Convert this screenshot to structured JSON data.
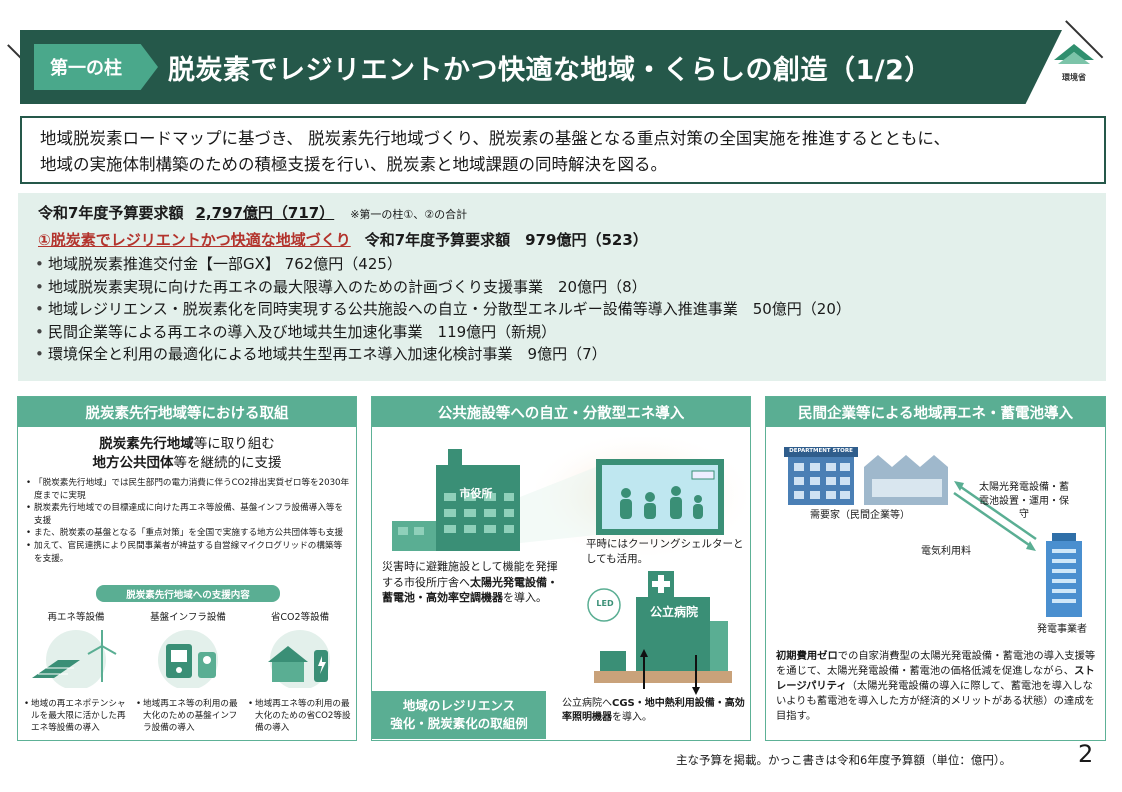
{
  "header": {
    "pillar_tag": "第一の柱",
    "title": "脱炭素でレジリエントかつ快適な地域・くらしの創造（1/2）",
    "logo_text": "環境省"
  },
  "summary": {
    "line1": "地域脱炭素ロードマップに基づき、 脱炭素先行地域づくり、脱炭素の基盤となる重点対策の全国実施を推進するとともに、",
    "line2": "地域の実施体制構築のための積極支援を行い、脱炭素と地域課題の同時解決を図る。"
  },
  "budget": {
    "total_label": "令和7年度予算要求額",
    "total_amount": "2,797億円（717）",
    "total_note": "※第一の柱①、②の合計",
    "item_title": "①脱炭素でレジリエントかつ快適な地域づくり",
    "item_amount": "令和7年度予算要求額　979億円（523）",
    "items": [
      "地域脱炭素推進交付金【一部GX】 762億円（425）",
      "地域脱炭素実現に向けた再エネの最大限導入のための計画づくり支援事業　20億円（8）",
      "地域レジリエンス・脱炭素化を同時実現する公共施設への自立・分散型エネルギー設備等導入推進事業　50億円（20）",
      "民間企業等による再エネの導入及び地域共生加速化事業　119億円（新規）",
      "環境保全と利用の最適化による地域共生型再エネ導入加速化検討事業　9億円（7）"
    ]
  },
  "panel1": {
    "heading": "脱炭素先行地域等における取組",
    "title_bold1": "脱炭素先行地域",
    "title_rest1": "等に取り組む",
    "title_bold2": "地方公共団体",
    "title_rest2": "等を継続的に支援",
    "bullets": [
      "「脱炭素先行地域」では民生部門の電力消費に伴うCO2排出実質ゼロ等を2030年度までに実現",
      "脱炭素先行地域での目標達成に向けた再エネ等設備、基盤インフラ設備導入等を支援",
      "また、脱炭素の基盤となる「重点対策」を全国で実施する地方公共団体等も支援",
      "加えて、官民連携により民間事業者が裨益する自営線マイクログリッドの構築等を支援。"
    ],
    "support_bar": "脱炭素先行地域への支援内容",
    "support": [
      {
        "label": "再エネ等設備",
        "desc": "地域の再エネポテンシャルを最大限に活かした再エネ等設備の導入"
      },
      {
        "label": "基盤インフラ設備",
        "desc": "地域再エネ等の利用の最大化のための基盤インフラ設備の導入"
      },
      {
        "label": "省CO2等設備",
        "desc": "地域再エネ等の利用の最大化のための省CO2等設備の導入"
      }
    ]
  },
  "panel2": {
    "heading": "公共施設等への自立・分散型エネ導入",
    "city_hall_sign": "市役所",
    "hospital_sign": "公立病院",
    "led_label": "LED",
    "left_text_pre": "災害時に避難施設として機能を発揮する市役所庁舎へ",
    "left_text_bold": "太陽光発電設備・蓄電池・高効率空調機器",
    "left_text_post": "を導入。",
    "shelter_text": "平時にはクーリングシェルターとしても活用。",
    "hosp_text_pre": "公立病院へ",
    "hosp_text_bold": "CGS・地中熱利用設備・高効率照明機器",
    "hosp_text_post": "を導入。",
    "tag_line1": "地域のレジリエンス",
    "tag_line2": "強化・脱炭素化の取組例"
  },
  "panel3": {
    "heading": "民間企業等による地域再エネ・蓄電池導入",
    "store_sign": "DEPARTMENT STORE",
    "consumer_label": "需要家（民間企業等）",
    "provider_services": "太陽光発電設備・蓄電池設置・運用・保守",
    "fee_label": "電気利用料",
    "provider_label": "発電事業者",
    "desc_bold1": "初期費用ゼロ",
    "desc_mid1": "での自家消費型の太陽光発電設備・蓄電池の導入支援等を通じて、太陽光発電設備・蓄電池の価格低減を促進しながら、",
    "desc_bold2": "ストレージパリティ",
    "desc_mid2": "（太陽光発電設備の導入に際して、蓄電池を導入しないよりも蓄電池を導入した方が経済的メリットがある状態）の達成を目指す。"
  },
  "footer": {
    "note": "主な予算を掲載。かっこ書きは令和6年度予算額（単位：億円）。",
    "page": "2"
  }
}
